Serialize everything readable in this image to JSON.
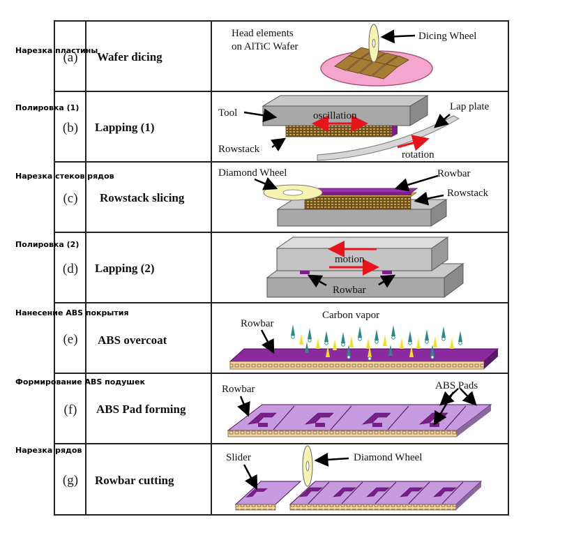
{
  "steps": [
    {
      "letter": "(a)",
      "name": "Wafer dicing",
      "ru": "Нарезка пластины",
      "labels": {
        "head_elements": "Head elements",
        "on_altic": "on AlTiC Wafer",
        "dicing_wheel": "Dicing Wheel"
      }
    },
    {
      "letter": "(b)",
      "name": "Lapping (1)",
      "ru": "Полировка (1)",
      "labels": {
        "tool": "Tool",
        "oscillation": "oscillation",
        "lap_plate": "Lap plate",
        "rowstack": "Rowstack",
        "rotation": "rotation"
      }
    },
    {
      "letter": "(c)",
      "name": "Rowstack slicing",
      "ru": "Нарезка стеков рядов",
      "labels": {
        "diamond_wheel": "Diamond Wheel",
        "rowbar": "Rowbar",
        "rowstack": "Rowstack"
      }
    },
    {
      "letter": "(d)",
      "name": "Lapping (2)",
      "ru": "Полировка (2)",
      "labels": {
        "motion": "motion",
        "rowbar": "Rowbar"
      }
    },
    {
      "letter": "(e)",
      "name": "ABS overcoat",
      "ru": "Нанесение ABS покрытия",
      "labels": {
        "rowbar": "Rowbar",
        "carbon_vapor": "Carbon vapor"
      }
    },
    {
      "letter": "(f)",
      "name": "ABS Pad forming",
      "ru": "Формирование ABS подушек",
      "labels": {
        "rowbar": "Rowbar",
        "abs_pads": "ABS Pads"
      }
    },
    {
      "letter": "(g)",
      "name": "Rowbar cutting",
      "ru": "Нарезка рядов",
      "labels": {
        "slider": "Slider",
        "diamond_wheel": "Diamond Wheel"
      }
    }
  ],
  "colors": {
    "arrow_red": "#e8141c",
    "purple": "#7a1f8a",
    "light_purple": "#c79be0",
    "grey": "#a8a8a8",
    "wafer_pink": "#f4a6cf",
    "wafer_brown": "#8a6a2c",
    "yellow_ring": "#f7f3b0",
    "teal": "#2a8a8a",
    "yellow": "#f2e21c"
  }
}
